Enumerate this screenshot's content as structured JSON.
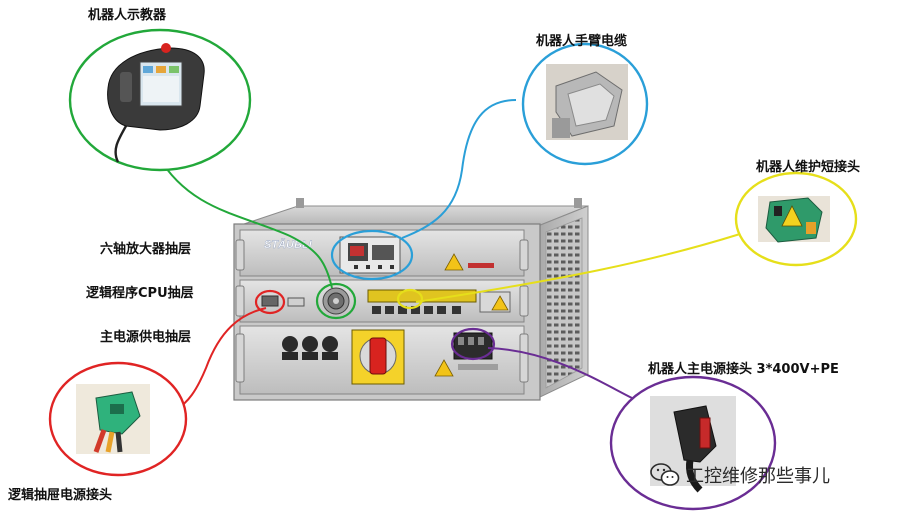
{
  "callouts": {
    "teach_pendant": "机器人示教器",
    "arm_cable": "机器人手臂电缆",
    "maint_plug": "机器人维护短接头",
    "main_power_connector": "机器人主电源接头 3*400V+PE",
    "logic_power_connector": "逻辑抽屉电源接头"
  },
  "drawer_labels": {
    "amplifier": "六轴放大器抽层",
    "cpu": "逻辑程序CPU抽层",
    "power": "主电源供电抽层"
  },
  "brand": "STÄUBLI",
  "watermark": "工控维修那些事儿",
  "colors": {
    "green": "#22a83a",
    "blue": "#2a9fd8",
    "yellow": "#e6df1a",
    "purple": "#6a2d94",
    "red": "#e02424"
  },
  "icons": [
    "teach-pendant-icon",
    "arm-cable-icon",
    "maintenance-plug-icon",
    "power-connector-icon",
    "logic-power-plug-icon",
    "wechat-icon"
  ]
}
